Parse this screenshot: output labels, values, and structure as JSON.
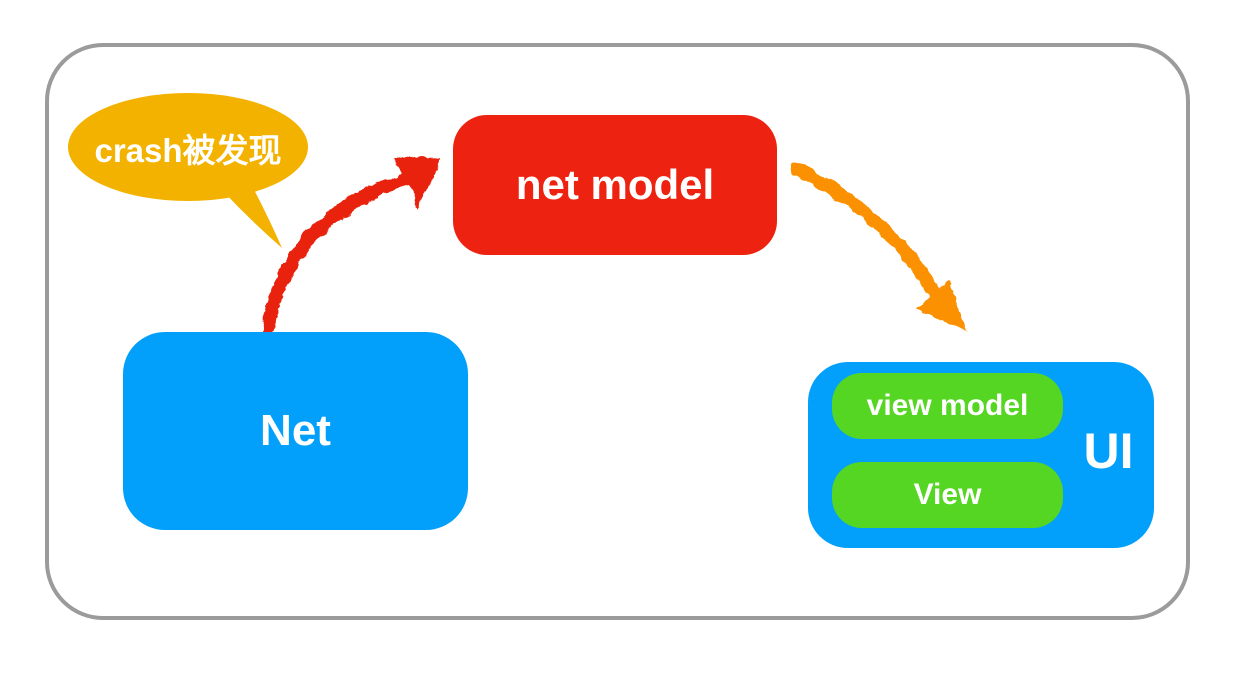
{
  "frame": {
    "border_color": "#9b9b9b",
    "background": "#ffffff"
  },
  "bubble": {
    "label": "crash被发现",
    "color": "#f3b200",
    "text_color": "#ffffff"
  },
  "boxes": {
    "net_model": {
      "label": "net model",
      "color": "#ee2211",
      "text_color": "#ffffff"
    },
    "net": {
      "label": "Net",
      "color": "#02a0fb",
      "text_color": "#ffffff"
    },
    "ui": {
      "label": "UI",
      "color": "#02a0fb",
      "text_color": "#ffffff"
    },
    "view_model": {
      "label": "view model",
      "color": "#54d622",
      "text_color": "#ffffff"
    },
    "view": {
      "label": "View",
      "color": "#54d622",
      "text_color": "#ffffff"
    }
  },
  "arrows": {
    "net_to_net_model": {
      "from": "Net",
      "to": "net model",
      "color": "#e8220d",
      "style": "hand-drawn curved"
    },
    "net_model_to_ui": {
      "from": "net model",
      "to": "UI",
      "color": "#fb9000",
      "style": "hand-drawn curved"
    }
  }
}
